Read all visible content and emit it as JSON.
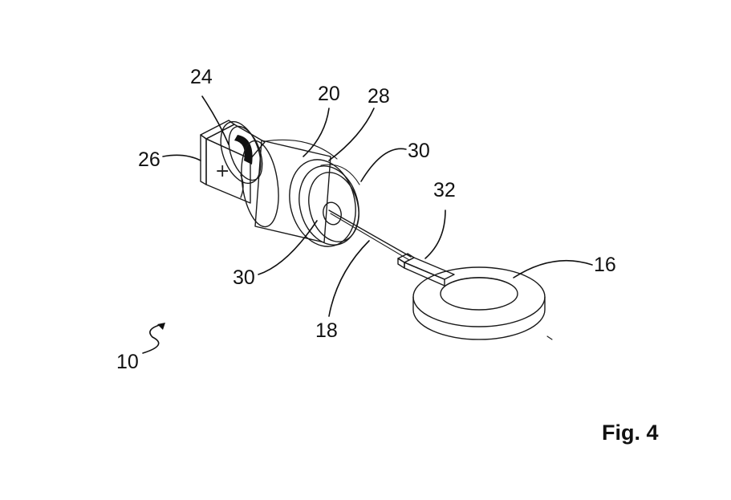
{
  "figure": {
    "caption": "Fig. 4",
    "terminal_symbol": "+",
    "labels": {
      "assembly": "10",
      "ring": "16",
      "wire": "18",
      "housing": "20",
      "coil": "24",
      "terminal": "26",
      "front_ring": "28",
      "flange_upper": "30",
      "flange_lower": "30",
      "tab": "32"
    }
  },
  "colors": {
    "ink": "#1a1a1a",
    "coil": "#111111",
    "background": "#ffffff"
  }
}
